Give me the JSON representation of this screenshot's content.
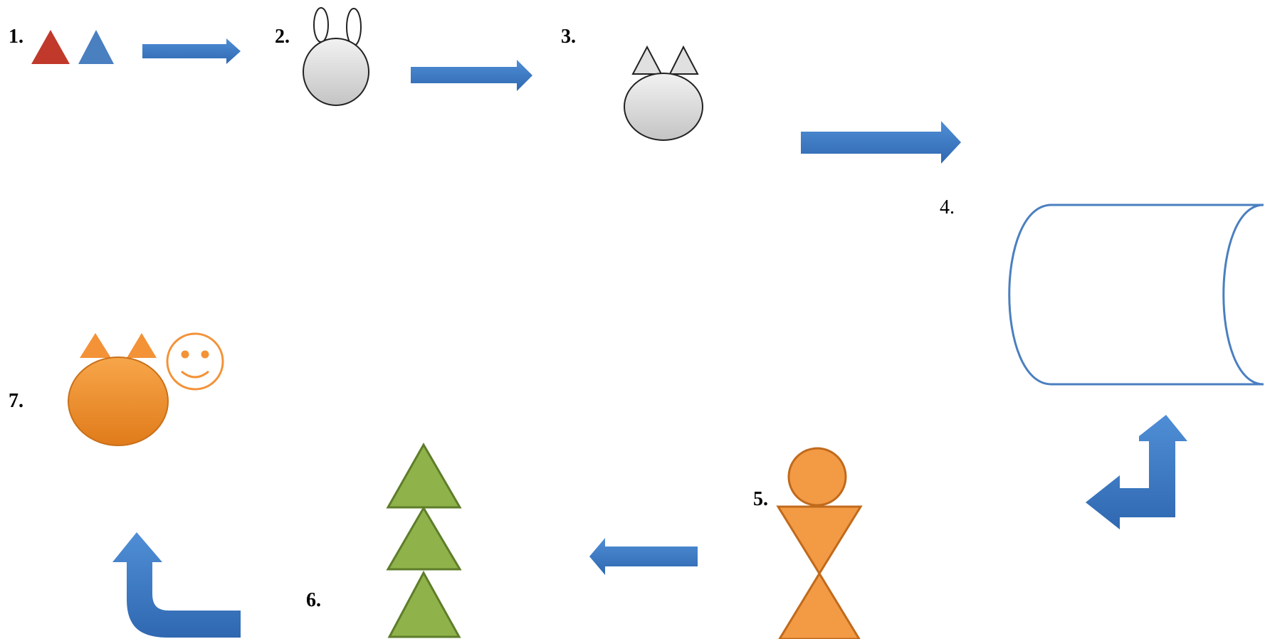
{
  "labels": {
    "step1": "1.",
    "step2": "2.",
    "step3": "3.",
    "step4": "4.",
    "step5": "5.",
    "step6": "6.",
    "step7": "7."
  },
  "colors": {
    "arrow": "#3d7cc9",
    "red_triangle": "#c0392b",
    "blue_triangle": "#4a7fc0",
    "gray_fill": "#d5d5d5",
    "orange": "#f39237",
    "green": "#8fb34a",
    "cylinder_stroke": "#4a7fc0"
  }
}
